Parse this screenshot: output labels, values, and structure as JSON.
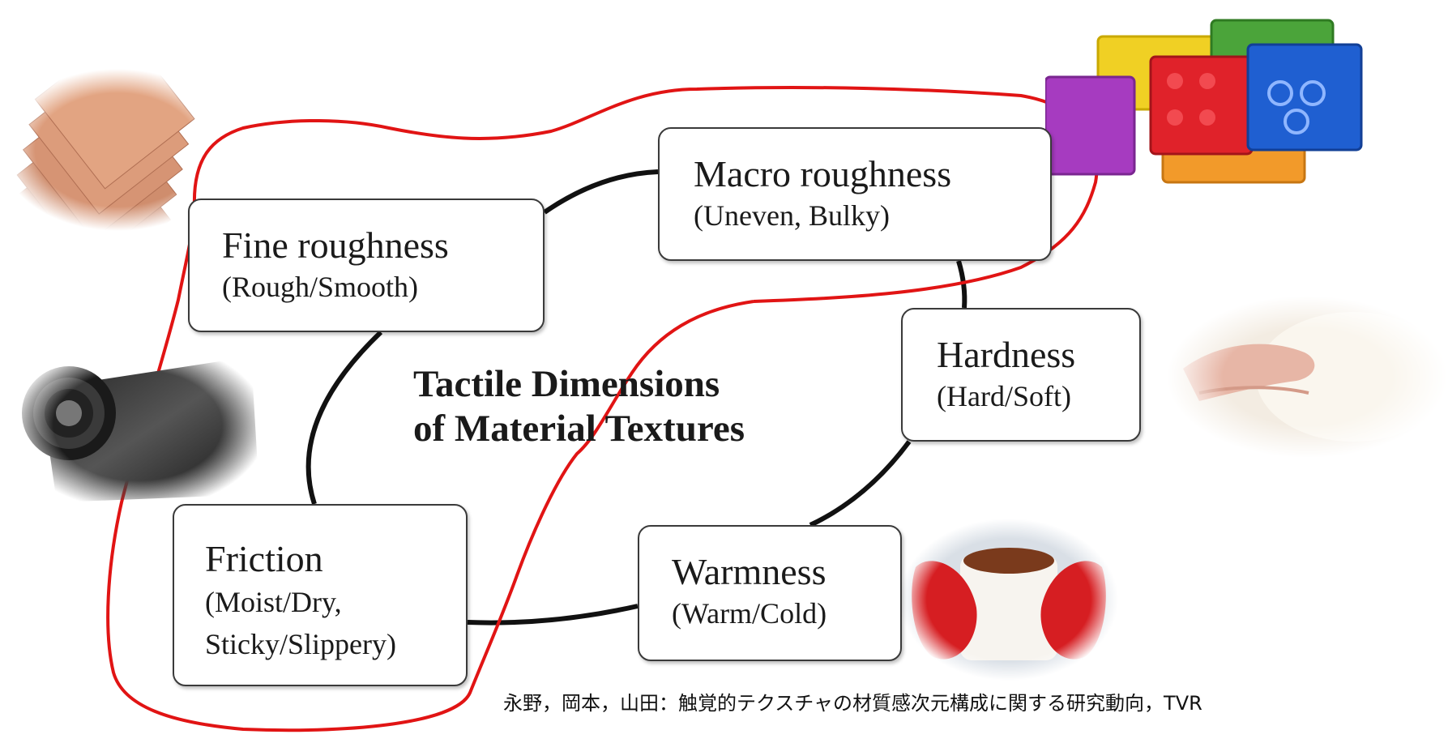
{
  "diagram": {
    "center_title": {
      "line1": "Tactile Dimensions",
      "line2": "of Material Textures"
    },
    "nodes": [
      {
        "title": "Fine roughness",
        "subtitle": "(Rough/Smooth)"
      },
      {
        "title": "Macro roughness",
        "subtitle": "(Uneven, Bulky)"
      },
      {
        "title": "Hardness",
        "subtitle": "(Hard/Soft)"
      },
      {
        "title": "Warmness",
        "subtitle": "(Warm/Cold)"
      },
      {
        "title": "Friction",
        "subtitle_line1": "(Moist/Dry,",
        "subtitle_line2": "Sticky/Slippery)"
      }
    ],
    "citation": "永野，岡本，山田：触覚的テクスチャの材質感次元構成に関する研究動向，TVR"
  },
  "colors": {
    "annotation_outline": "#e11414",
    "connector": "#111111",
    "box_border": "#3a3a3a"
  },
  "images": [
    {
      "name": "sandpaper-sheets-image"
    },
    {
      "name": "rubber-roll-image"
    },
    {
      "name": "lego-bricks-image"
    },
    {
      "name": "hand-on-fur-image"
    },
    {
      "name": "hot-cup-mittens-image"
    }
  ]
}
